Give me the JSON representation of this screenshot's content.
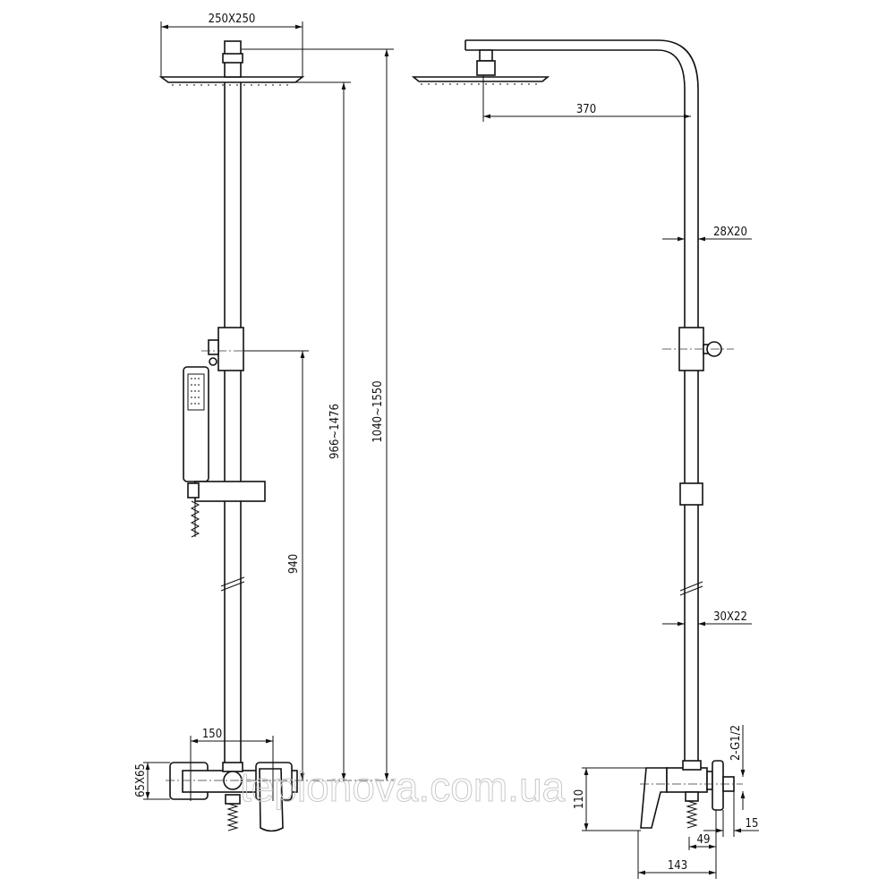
{
  "dimensions": {
    "head_size": "250X250",
    "total_height": "1040~1550",
    "head_height": "966~1476",
    "slider_height": "940",
    "mixer_span": "150",
    "mixer_body": "65X65",
    "arm_reach": "370",
    "upper_pipe": "28X20",
    "lower_pipe": "30X22",
    "thread": "2-G1/2",
    "mixer_height": "110",
    "mixer_depth": "143",
    "wall_offset": "49",
    "nipple": "15"
  },
  "watermark": "teplonova.com.ua"
}
